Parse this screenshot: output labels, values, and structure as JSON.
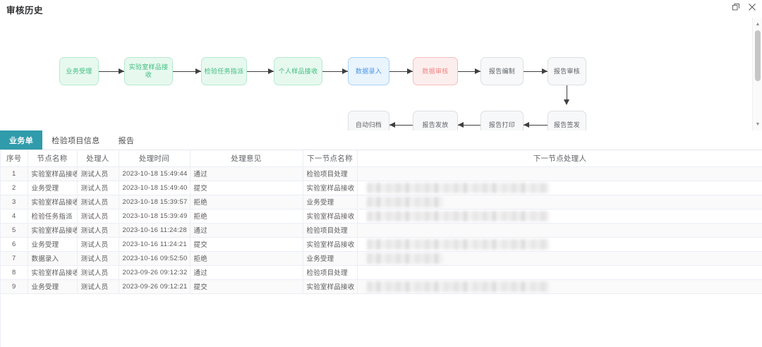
{
  "window": {
    "title": "审核历史",
    "actions": [
      {
        "name": "restore-icon",
        "label": "还原"
      },
      {
        "name": "close-icon",
        "label": "关闭"
      }
    ]
  },
  "flow": {
    "nodes": [
      {
        "id": "n1",
        "label": "业务受理",
        "state": "green"
      },
      {
        "id": "n2",
        "label": "实验室样品接收",
        "state": "green"
      },
      {
        "id": "n3",
        "label": "检验任务指派",
        "state": "green"
      },
      {
        "id": "n4",
        "label": "个人样品接收",
        "state": "green"
      },
      {
        "id": "n5",
        "label": "数据录入",
        "state": "blue"
      },
      {
        "id": "n6",
        "label": "数据审核",
        "state": "red"
      },
      {
        "id": "n7",
        "label": "报告编制",
        "state": "gray"
      },
      {
        "id": "n8",
        "label": "报告审核",
        "state": "gray"
      },
      {
        "id": "n9",
        "label": "报告签发",
        "state": "gray"
      },
      {
        "id": "n10",
        "label": "报告打印",
        "state": "gray"
      },
      {
        "id": "n11",
        "label": "报告发放",
        "state": "gray"
      },
      {
        "id": "n12",
        "label": "自动归档",
        "state": "gray"
      }
    ],
    "colors": {
      "green_fill": "#e7f9ef",
      "green_border": "#b7ead0",
      "green_text": "#3dbd7d",
      "blue_fill": "#e9f4fd",
      "blue_border": "#a9d3f5",
      "blue_text": "#4a95e8",
      "red_fill": "#fdeeee",
      "red_border": "#f5bdbd",
      "red_text": "#f08784",
      "gray_fill": "#f7f8f9",
      "gray_border": "#dcdfe3",
      "gray_text": "#5d6268",
      "edge": "#3f3f3f"
    }
  },
  "tabs": [
    {
      "label": "业务单",
      "active": true
    },
    {
      "label": "检验项目信息",
      "active": false
    },
    {
      "label": "报告",
      "active": false
    }
  ],
  "table": {
    "columns": [
      "序号",
      "节点名称",
      "处理人",
      "处理时间",
      "处理意见",
      "下一节点名称",
      "下一节点处理人"
    ],
    "rows": [
      {
        "idx": "1",
        "node": "实验室样品接收",
        "user": "测试人员",
        "time": "2023-10-18 15:49:44",
        "opinion": "通过",
        "next": "检验项目处理",
        "handler": "",
        "handler_redacted": "none"
      },
      {
        "idx": "2",
        "node": "业务受理",
        "user": "测试人员",
        "time": "2023-10-18 15:49:40",
        "opinion": "提交",
        "next": "实验室样品接收",
        "handler": "",
        "handler_redacted": "wide"
      },
      {
        "idx": "3",
        "node": "实验室样品接收",
        "user": "测试人员",
        "time": "2023-10-18 15:39:57",
        "opinion": "拒绝",
        "next": "业务受理",
        "handler": "",
        "handler_redacted": "narrow"
      },
      {
        "idx": "4",
        "node": "检验任务指派",
        "user": "测试人员",
        "time": "2023-10-18 15:39:49",
        "opinion": "拒绝",
        "next": "实验室样品接收",
        "handler": "",
        "handler_redacted": "wide"
      },
      {
        "idx": "5",
        "node": "实验室样品接收",
        "user": "测试人员",
        "time": "2023-10-16 11:24:28",
        "opinion": "通过",
        "next": "检验项目处理",
        "handler": "",
        "handler_redacted": "none"
      },
      {
        "idx": "6",
        "node": "业务受理",
        "user": "测试人员",
        "time": "2023-10-16 11:24:21",
        "opinion": "提交",
        "next": "实验室样品接收",
        "handler": "",
        "handler_redacted": "wide"
      },
      {
        "idx": "7",
        "node": "数据录入",
        "user": "测试人员",
        "time": "2023-10-16 09:52:50",
        "opinion": "拒绝",
        "next": "业务受理",
        "handler": "",
        "handler_redacted": "narrow"
      },
      {
        "idx": "8",
        "node": "实验室样品接收",
        "user": "测试人员",
        "time": "2023-09-26 09:12:32",
        "opinion": "通过",
        "next": "检验项目处理",
        "handler": "",
        "handler_redacted": "none"
      },
      {
        "idx": "9",
        "node": "业务受理",
        "user": "测试人员",
        "time": "2023-09-26 09:12:21",
        "opinion": "提交",
        "next": "实验室样品接收",
        "handler": "",
        "handler_redacted": "wide"
      }
    ]
  }
}
